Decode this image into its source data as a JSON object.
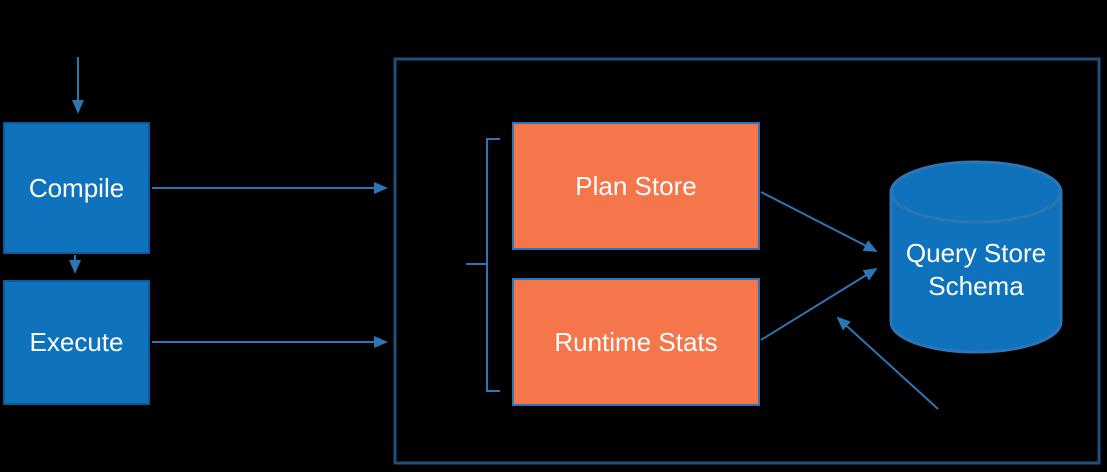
{
  "diagram": {
    "nodes": {
      "compile": {
        "label": "Compile"
      },
      "execute": {
        "label": "Execute"
      },
      "plan_store": {
        "label": "Plan Store"
      },
      "runtime_stats": {
        "label": "Runtime Stats"
      },
      "query_store_schema": {
        "line1": "Query Store",
        "line2": "Schema"
      }
    },
    "colors": {
      "background": "#000000",
      "blue_node_fill": "#0E72BD",
      "blue_node_border": "#0A5A9C",
      "orange_node_fill": "#F5764B",
      "orange_node_border": "#2E75B6",
      "arrow": "#2E75B6",
      "container_border": "#1F4E79",
      "cylinder_fill": "#0E72BD",
      "cylinder_stroke": "#2E75B6",
      "label_text": "#FFFFFF"
    }
  }
}
